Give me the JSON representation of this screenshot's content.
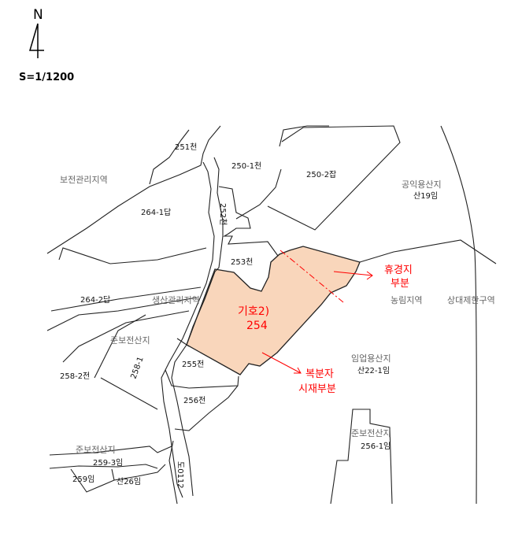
{
  "north": {
    "label": "N",
    "scale": "S=1/1200"
  },
  "colors": {
    "parcel_fill": "#f9d6bb",
    "annotation": "#ff0000",
    "line": "#222222"
  },
  "parcels": {
    "p251": "251천",
    "p250_1": "250-1천",
    "p250_2": "250-2잡",
    "p264_1": "264-1답",
    "p252": "252천",
    "p253": "253천",
    "p264_2": "264-2답",
    "p258_1": "258-1",
    "p255": "255전",
    "p256": "256전",
    "p258_2": "258-2전",
    "p_san19": "산19임",
    "p_san22_1": "산22-1임",
    "p256_1": "256-1임",
    "p259_3": "259-3임",
    "p259": "259임",
    "p_san26": "산26임",
    "road": "도0112"
  },
  "zones": {
    "z1": "보전관리지역",
    "z2": "생산관리지역",
    "z3": "준보전산지",
    "z4": "공익용산지",
    "z5": "농림지역",
    "z6": "상대제한구역",
    "z7": "임업용산지",
    "z8": "준보전산지",
    "z9": "준보전산지"
  },
  "subject": {
    "symbol": "기호2)",
    "number": "254"
  },
  "annotations": {
    "fallow_1": "휴경지",
    "fallow_2": "부분",
    "raspberry_1": "복분자",
    "raspberry_2": "시재부분"
  }
}
